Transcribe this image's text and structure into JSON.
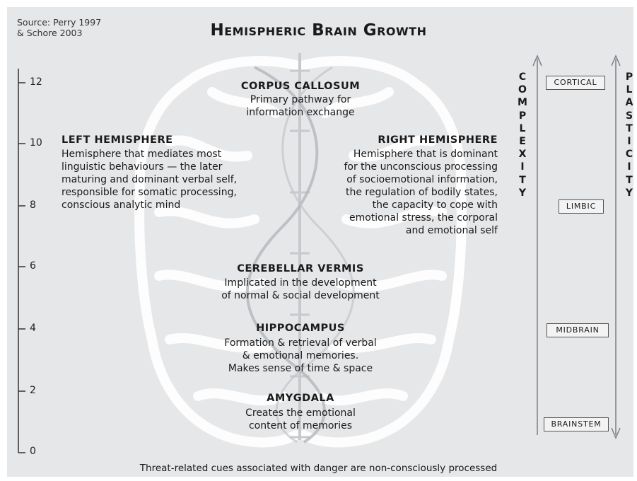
{
  "source": {
    "line1": "Source: Perry 1997",
    "line2": "& Schore 2003"
  },
  "title": "Hemispheric Brain Growth",
  "scale": {
    "ticks": [
      "12",
      "10",
      "8",
      "6",
      "4",
      "2",
      "0"
    ]
  },
  "regions": {
    "corpus_callosum": {
      "heading": "CORPUS CALLOSUM",
      "lines": [
        "Primary pathway for",
        "information exchange"
      ]
    },
    "left_hemisphere": {
      "heading": "LEFT HEMISPHERE",
      "lines": [
        "Hemisphere that mediates most",
        "linguistic behaviours — the later",
        "maturing and dominant verbal self,",
        "responsible for somatic processing,",
        "conscious analytic mind"
      ]
    },
    "right_hemisphere": {
      "heading": "RIGHT HEMISPHERE",
      "lines": [
        "Hemisphere that is dominant",
        "for the unconscious processing",
        "of socioemotional information,",
        "the regulation of bodily states,",
        "the capacity to cope with",
        "emotional stress, the corporal",
        "and emotional self"
      ]
    },
    "cerebellar_vermis": {
      "heading": "CEREBELLAR VERMIS",
      "lines": [
        "Implicated in the development",
        "of normal & social development"
      ]
    },
    "hippocampus": {
      "heading": "HIPPOCAMPUS",
      "lines": [
        "Formation & retrieval of verbal",
        "& emotional memories.",
        "Makes sense of time & space"
      ]
    },
    "amygdala": {
      "heading": "AMYGDALA",
      "lines": [
        "Creates the emotional",
        "content of memories"
      ]
    }
  },
  "levels": [
    "CORTICAL",
    "LIMBIC",
    "MIDBRAIN",
    "BRAINSTEM"
  ],
  "complexity_letters": [
    "C",
    "O",
    "M",
    "P",
    "L",
    "E",
    "X",
    "I",
    "T",
    "Y"
  ],
  "plasticity_letters": [
    "P",
    "L",
    "A",
    "S",
    "T",
    "I",
    "C",
    "I",
    "T",
    "Y"
  ],
  "footer": "Threat-related cues associated with danger are non-consciously processed"
}
